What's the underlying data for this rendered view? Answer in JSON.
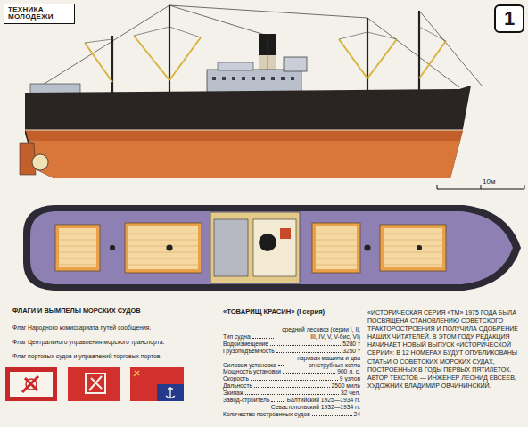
{
  "diagram": {
    "title": "«ТОВАРИЩ КРАСИН» (I серия)",
    "nodes": [
      {
        "text": [
          "ТЕХНИКА",
          "МОЛОДЕЖИ"
        ]
      },
      {
        "text": [
          "1"
        ]
      }
    ],
    "labels": [
      "10м",
      "ФЛАГИ И ВЫМПЕЛЫ МОРСКИХ СУДОВ",
      "Флаг Народного комиссариата путей сообщения.",
      "Флаг Центрального управления морского транспорта.",
      "Флаг портовых судов и управлений торговых портов.",
      "Тип судна",
      "средний лесовоз (серии I, II, III, IV, V, V-бис, VI)",
      "Водоизмещение",
      "5280 т",
      "Грузоподъемность",
      "3250 т",
      "Силовая установка",
      "паровая машина и два огнетрубных котла",
      "Мощность установки",
      "900 л. с.",
      "Скорость",
      "9 узлов",
      "Дальность",
      "2500 миль",
      "Экипаж",
      "32 чел.",
      "Завод-строитель",
      "Балтийский 1925—1934 гг.",
      "Севастопольский 1932—1934 гг.",
      "Количество построенных судов",
      "24",
      "«ИСТОРИЧЕСКАЯ СЕРИЯ «ТМ» 1975 ГОДА БЫЛА ПОСВЯЩЕНА СТАНОВЛЕНИЮ СОВЕТСКОГО ТРАКТОРОСТРОЕНИЯ И ПОЛУЧИЛА ОДОБРЕНИЕ НАШИХ ЧИТАТЕЛЕЙ. В ЭТОМ ГОДУ РЕДАКЦИЯ НАЧИНАЕТ НОВЫЙ ВЫПУСК «ИСТОРИЧЕСКОЙ СЕРИИ»: В 12 НОМЕРАХ БУДУТ ОПУБЛИКОВАНЫ СТАТЬИ О СОВЕТСКИХ МОРСКИХ СУДАХ, ПОСТРОЕННЫХ В ГОДЫ ПЕРВЫХ ПЯТИЛЕТОК. АВТОР ТЕКСТОВ — ИНЖЕНЕР ЛЕОНИД ЕВСЕЕВ, ХУДОЖНИК ВЛАДИМИР ОВЧИНИНСКИЙ."
    ]
  }
}
